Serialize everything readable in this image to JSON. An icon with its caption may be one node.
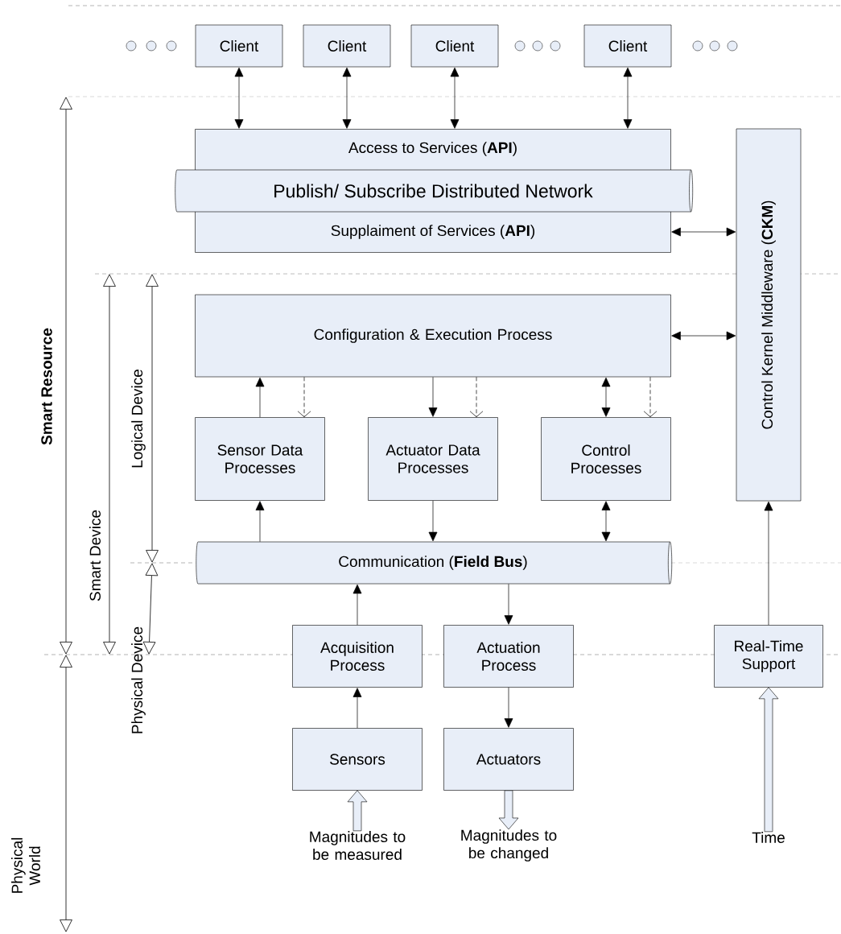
{
  "diagram": {
    "nodes": [
      {
        "text": [
          "Client"
        ]
      },
      {
        "text": [
          "Client"
        ]
      },
      {
        "text": [
          "Client"
        ]
      },
      {
        "text": [
          "Client"
        ]
      },
      {
        "text": [
          "Access to Services (**API**)",
          "Supplaiment of Services (**API**)"
        ]
      },
      {
        "text": [
          "Publish/ Subscribe Distributed Network"
        ]
      },
      {
        "text": [
          "Control Kernel Middleware (**CKM**)"
        ]
      },
      {
        "text": [
          "Configuration & Execution Process"
        ]
      },
      {
        "text": [
          "Sensor Data Processes"
        ]
      },
      {
        "text": [
          "Actuator Data Processes"
        ]
      },
      {
        "text": [
          "Control Processes"
        ]
      },
      {
        "text": [
          "Communication (**Field Bus**)"
        ]
      },
      {
        "text": [
          "Acquisition Process"
        ]
      },
      {
        "text": [
          "Actuation Process"
        ]
      },
      {
        "text": [
          "Real-Time Support"
        ]
      },
      {
        "text": [
          "Sensors"
        ]
      },
      {
        "text": [
          "Actuators"
        ]
      },
      {
        "text": [
          "Magnitudes to be measured"
        ]
      },
      {
        "text": [
          "Magnitudes to be changed"
        ]
      },
      {
        "text": [
          "Time"
        ]
      }
    ],
    "edges": [
      {
        "from": 0,
        "to": 4,
        "arrow": "both"
      },
      {
        "from": 1,
        "to": 4,
        "arrow": "both"
      },
      {
        "from": 2,
        "to": 4,
        "arrow": "both"
      },
      {
        "from": 3,
        "to": 4,
        "arrow": "both"
      },
      {
        "from": 4,
        "to": 6,
        "arrow": "both"
      },
      {
        "from": 7,
        "to": 6,
        "arrow": "both"
      },
      {
        "from": 8,
        "to": 7,
        "arrow": "to"
      },
      {
        "from": 7,
        "to": 8,
        "arrow": "to",
        "style": "dashed"
      },
      {
        "from": 7,
        "to": 9,
        "arrow": "to"
      },
      {
        "from": 7,
        "to": 9,
        "arrow": "to",
        "style": "dashed"
      },
      {
        "from": 7,
        "to": 10,
        "arrow": "both"
      },
      {
        "from": 7,
        "to": 10,
        "arrow": "to",
        "style": "dashed"
      },
      {
        "from": 11,
        "to": 8,
        "arrow": "to"
      },
      {
        "from": 9,
        "to": 11,
        "arrow": "to"
      },
      {
        "from": 11,
        "to": 10,
        "arrow": "both"
      },
      {
        "from": 12,
        "to": 11,
        "arrow": "to"
      },
      {
        "from": 11,
        "to": 13,
        "arrow": "to"
      },
      {
        "from": 14,
        "to": 6,
        "arrow": "to"
      },
      {
        "from": 15,
        "to": 12,
        "arrow": "to"
      },
      {
        "from": 13,
        "to": 16,
        "arrow": "to"
      },
      {
        "from": 17,
        "to": 15,
        "arrow": "to",
        "style": "thick"
      },
      {
        "from": 16,
        "to": 18,
        "arrow": "to",
        "style": "thick"
      },
      {
        "from": 19,
        "to": 14,
        "arrow": "to",
        "style": "thick"
      }
    ],
    "labels": [
      "Smart Resource",
      "Smart Device",
      "Logical Device",
      "Physical Device",
      "Physical World"
    ]
  }
}
